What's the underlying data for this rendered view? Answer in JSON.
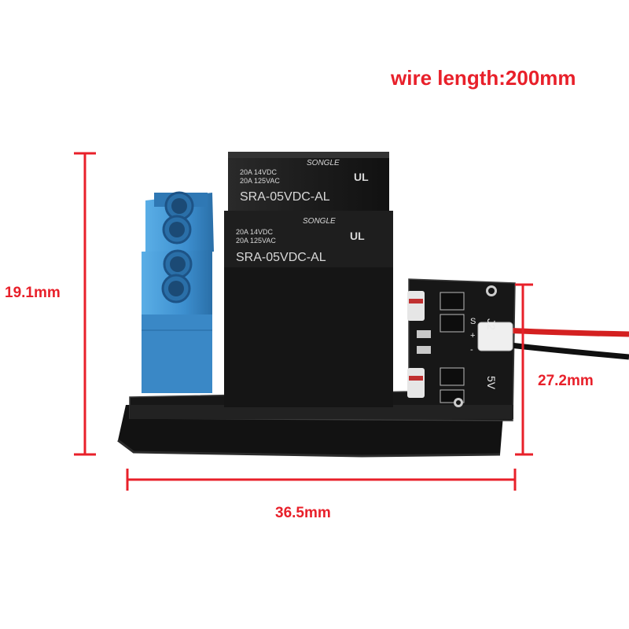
{
  "title": "wire length:200mm",
  "colors": {
    "annotation": "#e8202a",
    "relay_body": "#1c1c1c",
    "terminal_block": "#3d8fcf",
    "pcb": "#161616",
    "foam_pad": "#121212",
    "wire_red": "#d42020",
    "wire_black": "#101010"
  },
  "dimensions": {
    "height": "19.1mm",
    "width": "36.5mm",
    "depth": "27.2mm"
  },
  "relays": [
    {
      "brand": "SONGLE",
      "rating_dc": "20A  14VDC",
      "rating_ac": "20A  125VAC",
      "model": "SRA-05VDC-AL",
      "cert_mark": "UL"
    },
    {
      "brand": "SONGLE",
      "rating_dc": "20A  14VDC",
      "rating_ac": "20A  125VAC",
      "model": "SRA-05VDC-AL",
      "cert_mark": "UL"
    }
  ],
  "pcb_labels": {
    "connector": "J2",
    "voltage": "5V",
    "pin_s": "S",
    "pin_plus": "+",
    "pin_minus": "-"
  }
}
